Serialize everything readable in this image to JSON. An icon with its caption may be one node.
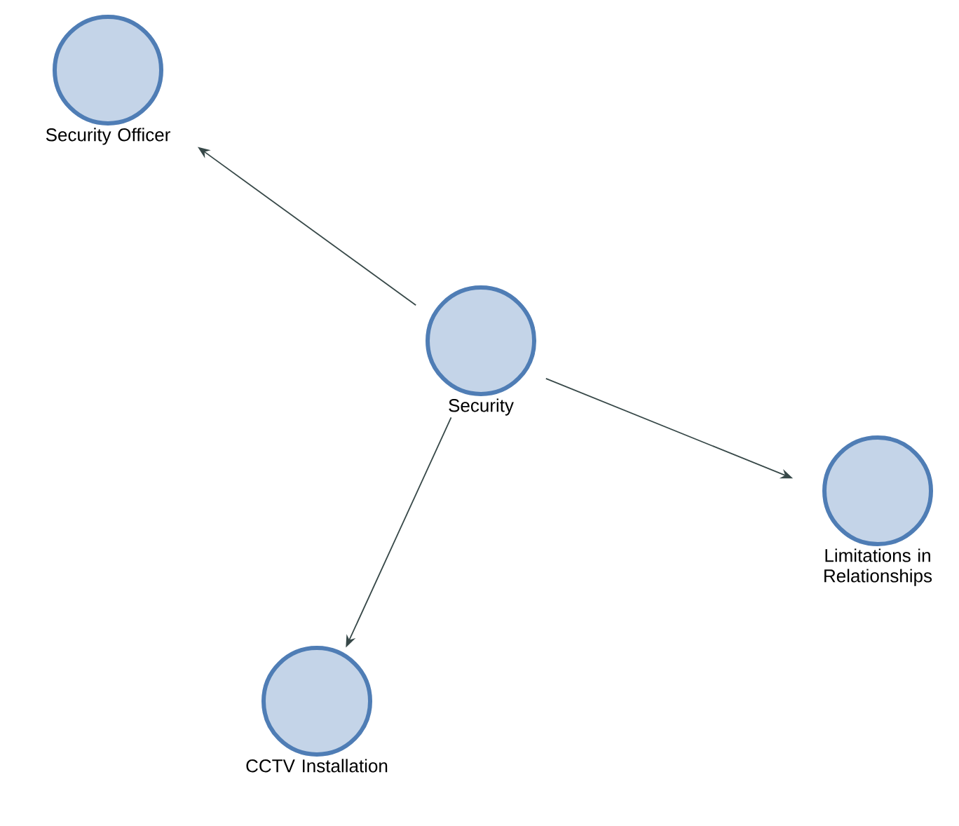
{
  "diagram": {
    "nodes": [
      {
        "text": [
          "Security Officer"
        ]
      },
      {
        "text": [
          "Security"
        ]
      },
      {
        "text": [
          "Limitations in Relationships"
        ]
      },
      {
        "text": [
          "CCTV Installation"
        ]
      }
    ],
    "edges": [
      {
        "from": 1,
        "to": 0,
        "arrow": "to"
      },
      {
        "from": 1,
        "to": 2,
        "arrow": "to"
      },
      {
        "from": 1,
        "to": 3,
        "arrow": "to"
      }
    ]
  }
}
